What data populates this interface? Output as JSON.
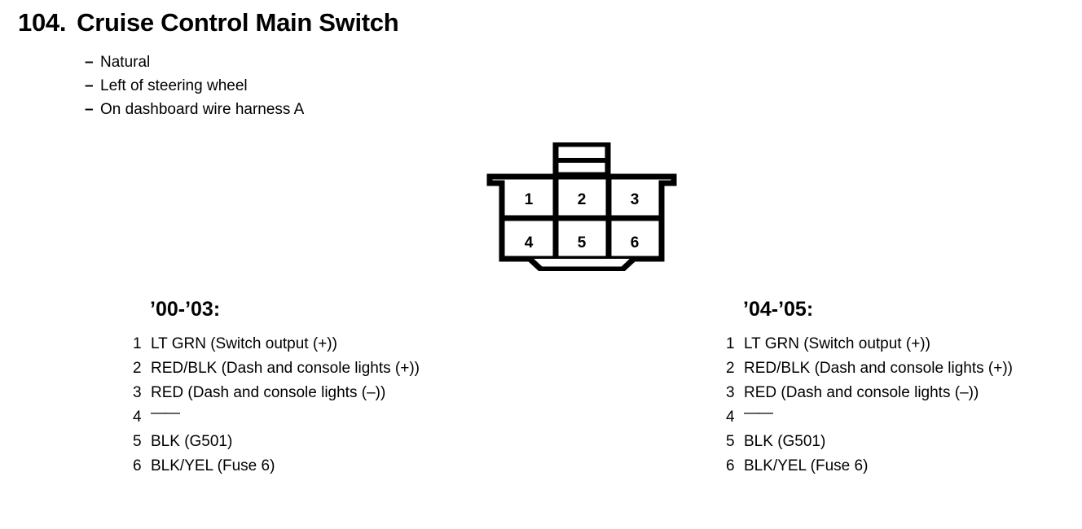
{
  "header": {
    "number": "104.",
    "title": "Cruise Control Main Switch",
    "specs": [
      {
        "dash": "–",
        "text": "Natural"
      },
      {
        "dash": "–",
        "text": "Left of steering wheel"
      },
      {
        "dash": "–",
        "text": "On dashboard wire harness A"
      }
    ]
  },
  "connector": {
    "name": "6-pin-connector",
    "pin_count": 6,
    "rows": 2,
    "columns": 3,
    "pins": [
      "1",
      "2",
      "3",
      "4",
      "5",
      "6"
    ],
    "stroke_color": "#000000",
    "fill_color": "#ffffff"
  },
  "pinouts": [
    {
      "heading": "’00-’03:",
      "rows": [
        {
          "index": "1",
          "desc": "LT GRN (Switch output (+))",
          "empty": false
        },
        {
          "index": "2",
          "desc": "RED/BLK (Dash and console lights (+))",
          "empty": false
        },
        {
          "index": "3",
          "desc": "RED (Dash and console lights (–))",
          "empty": false
        },
        {
          "index": "4",
          "desc": "——",
          "empty": true
        },
        {
          "index": "5",
          "desc": "BLK (G501)",
          "empty": false
        },
        {
          "index": "6",
          "desc": "BLK/YEL (Fuse 6)",
          "empty": false
        }
      ]
    },
    {
      "heading": "’04-’05:",
      "rows": [
        {
          "index": "1",
          "desc": "LT GRN (Switch output (+))",
          "empty": false
        },
        {
          "index": "2",
          "desc": "RED/BLK (Dash and console lights (+))",
          "empty": false
        },
        {
          "index": "3",
          "desc": "RED (Dash and console lights (–))",
          "empty": false
        },
        {
          "index": "4",
          "desc": "——",
          "empty": true
        },
        {
          "index": "5",
          "desc": "BLK (G501)",
          "empty": false
        },
        {
          "index": "6",
          "desc": "BLK/YEL (Fuse 6)",
          "empty": false
        }
      ]
    }
  ]
}
